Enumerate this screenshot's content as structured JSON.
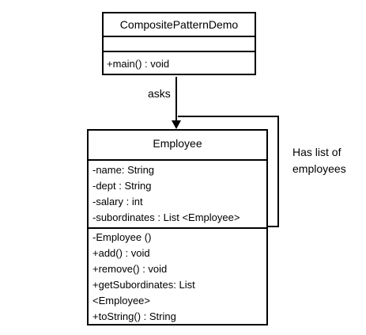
{
  "diagram": {
    "demo_class": {
      "name": "CompositePatternDemo",
      "attributes": [],
      "methods": [
        "+main() : void"
      ]
    },
    "employee_class": {
      "name": "Employee",
      "attributes": [
        "-name:  String",
        "-dept : String",
        "-salary : int",
        "-subordinates : List <Employee>"
      ],
      "methods": [
        "-Employee  ()",
        "+add() : void",
        "+remove()  : void",
        "+getSubordinates:  List",
        "<Employee>",
        "+toString() : String"
      ]
    },
    "relations": {
      "asks_label": "asks",
      "self_label_line1": "Has list of",
      "self_label_line2": "employees"
    },
    "colors": {
      "line": "#000000",
      "background": "#ffffff"
    }
  }
}
